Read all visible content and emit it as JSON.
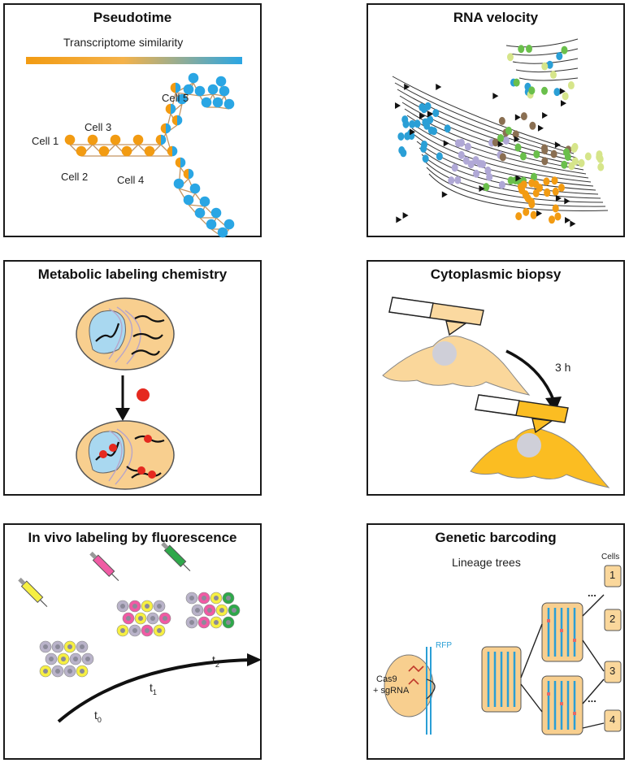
{
  "panels": {
    "pseudotime": {
      "title": "Pseudotime",
      "bar_label": "Transcriptome similarity",
      "cells": [
        "Cell 1",
        "Cell 2",
        "Cell 3",
        "Cell 4",
        "Cell 5"
      ],
      "colors": {
        "start": "#f29b12",
        "end": "#2aa6e4"
      }
    },
    "rna_velocity": {
      "title": "RNA velocity"
    },
    "metabolic": {
      "title": "Metabolic labeling chemistry"
    },
    "cytoplasmic": {
      "title": "Cytoplasmic biopsy",
      "time": "3 h"
    },
    "invivo": {
      "title": "In vivo labeling by fluorescence",
      "t0": "t",
      "t0_sub": "0",
      "t1": "t",
      "t1_sub": "1",
      "t2": "t",
      "t2_sub": "2"
    },
    "barcoding": {
      "title": "Genetic barcoding",
      "lineage": "Lineage trees",
      "cells_header": "Cells",
      "rfp": "RFP",
      "cas9": "Cas9",
      "sgrna": "+ sgRNA",
      "cell_numbers": [
        "1",
        "2",
        "3",
        "4"
      ],
      "ellipsis": "..."
    }
  }
}
